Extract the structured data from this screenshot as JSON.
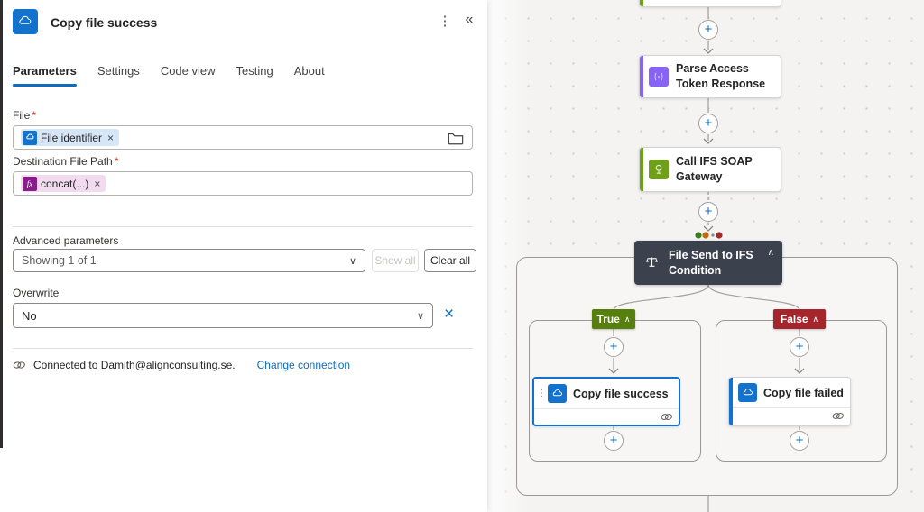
{
  "panel": {
    "title": "Copy file success",
    "tabs": [
      {
        "label": "Parameters",
        "active": true
      },
      {
        "label": "Settings"
      },
      {
        "label": "Code view"
      },
      {
        "label": "Testing"
      },
      {
        "label": "About"
      }
    ],
    "file": {
      "label": "File",
      "required": "*",
      "token": "File identifier"
    },
    "destination": {
      "label": "Destination File Path",
      "required": "*",
      "token": "concat(...)"
    },
    "advanced": {
      "label": "Advanced parameters",
      "value": "Showing 1 of 1",
      "show_all": "Show all",
      "clear_all": "Clear all"
    },
    "overwrite": {
      "label": "Overwrite",
      "value": "No"
    },
    "connection": {
      "text": "Connected to Damith@alignconsulting.se.",
      "link": "Change connection"
    }
  },
  "canvas": {
    "parse_title": "Parse Access Token Response",
    "soap_title": "Call IFS SOAP Gateway",
    "condition_title": "File Send to IFS Condition",
    "true_label": "True",
    "false_label": "False",
    "copy_success_title": "Copy file success",
    "copy_failed_title": "Copy file failed"
  },
  "icons": {
    "plus": "+",
    "kebab": "⋮",
    "collapse": "«",
    "chevron_down": "∨",
    "chevron_up": "∧",
    "close": "×",
    "fx": "fx"
  },
  "colors": {
    "accent_blue": "#0f6cbd",
    "onedrive_blue": "#1372ce",
    "parse_purple": "#8764f5",
    "connector_green": "#70a01a",
    "condition_dark": "#3b414d",
    "true_green": "#567f0e",
    "false_red": "#a4262c",
    "fx_purple": "#8a1d8a",
    "required_red": "#c42b1c"
  }
}
